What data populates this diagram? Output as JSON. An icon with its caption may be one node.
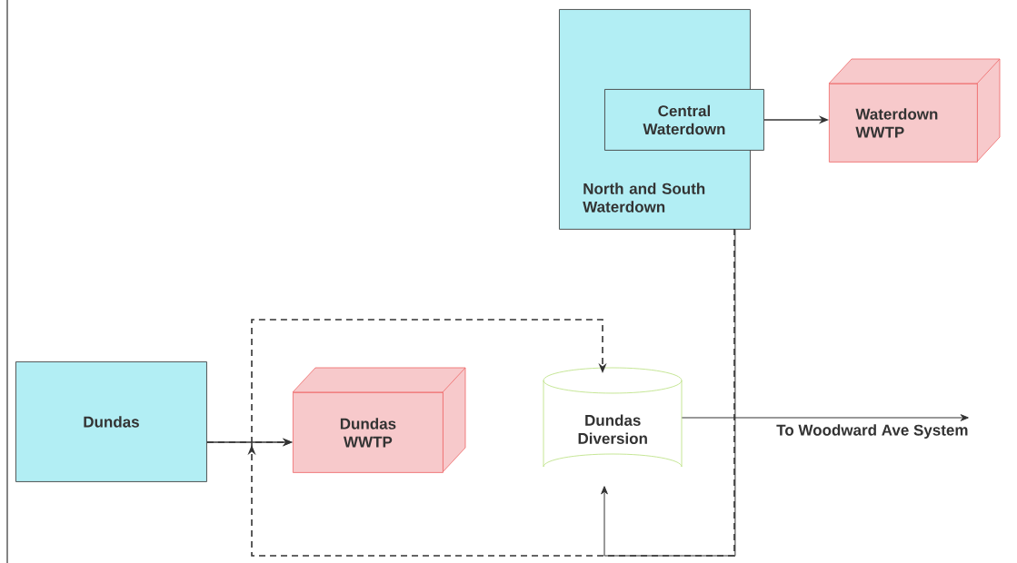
{
  "diagram": {
    "nodes": [
      {
        "text": [
          "North and South Waterdown"
        ]
      },
      {
        "text": [
          "Central Waterdown"
        ]
      },
      {
        "text": [
          "Waterdown WWTP"
        ]
      },
      {
        "text": [
          "Dundas"
        ]
      },
      {
        "text": [
          "Dundas WWTP"
        ]
      },
      {
        "text": [
          "Dundas Diversion"
        ]
      },
      {
        "text": [
          "To Woodward Ave System"
        ]
      }
    ],
    "edges": [
      {
        "from": 1,
        "to": 2,
        "arrow": "to"
      },
      {
        "from": 3,
        "to": 4,
        "arrow": "to"
      },
      {
        "from": 0,
        "to": 5,
        "arrow": "to"
      },
      {
        "from": 0,
        "to": 4,
        "arrow": "to",
        "style": "dashed"
      },
      {
        "from": 3,
        "to": 5,
        "arrow": "to",
        "style": "dashed"
      },
      {
        "from": 5,
        "to": 6,
        "arrow": "to"
      }
    ]
  }
}
